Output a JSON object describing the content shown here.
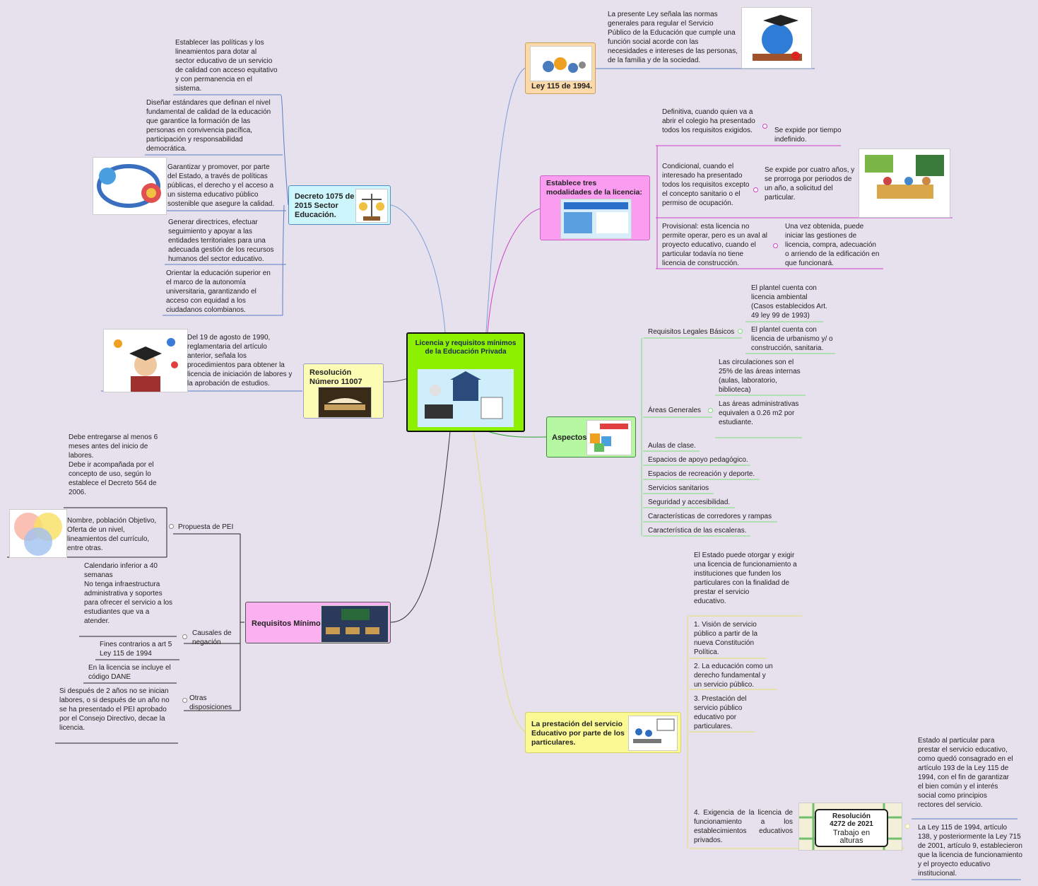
{
  "central": {
    "title": "Licencia y requisitos mínimos de la Educación Privada"
  },
  "ley115": {
    "label": "Ley 115 de 1994.",
    "desc": "La presente Ley señala las normas generales para regular el Servicio Público de la Educación que cumple una función social acorde con las necesidades e intereses de las personas, de la familia y de la sociedad."
  },
  "modalidades": {
    "label": "Establece tres modalidades de la licencia:",
    "items": [
      {
        "text": "Definitiva, cuando quien va a abrir el colegio ha presentado todos los requisitos exigidos.",
        "note": "Se expide por tiempo indefinido."
      },
      {
        "text": "Condicional, cuando el interesado ha presentado todos los requisitos excepto el concepto sanitario o el permiso de ocupación.",
        "note": "Se expide por cuatro años, y se prorroga por periodos de un año, a solicitud del particular."
      },
      {
        "text": "Provisional: esta licencia no permite operar, pero es un aval al proyecto educativo, cuando el particular todavía no tiene licencia de construcción.",
        "note": "Una vez obtenida, puede iniciar las gestiones de licencia, compra, adecuación o arriendo de la edificación en que funcionará."
      }
    ]
  },
  "aspectos": {
    "label": "Aspectos",
    "legales": {
      "label": "Requisitos Legales Básicos",
      "items": [
        "El plantel cuenta con licencia ambiental (Casos establecidos Art. 49 ley 99 de 1993)",
        "El plantel cuenta con licencia de urbanismo y/ o construcción, sanitaria."
      ]
    },
    "areas": {
      "label": "Áreas Generales",
      "items": [
        "Las circulaciones son el 25% de las áreas internas (aulas, laboratorio, biblioteca)",
        "Las áreas administrativas equivalen a 0.26 m2 por estudiante."
      ]
    },
    "others": [
      "Aulas de clase.",
      "Espacios de apoyo pedagógico.",
      "Espacios de recreación y deporte.",
      "Servicios sanitarios",
      "Seguridad y accesibilidad.",
      "Características de corredores y rampas",
      "Característica de las escaleras."
    ]
  },
  "prestacion": {
    "label": "La prestación del servicio Educativo por parte de los particulares.",
    "intro": "El Estado puede  otorgar y exigir  una  licencia de funcionamiento a  instituciones que funden los  particulares con la finalidad de  prestar el servicio\neducativo.",
    "items": [
      "1.  Visión de servicio público a partir de la nueva Constitución Política.",
      "2.  La educación como un derecho fundamental y un servicio público.",
      "3.  Prestación del servicio público educativo por particulares.",
      "4. Exigencia de la licencia de funcionamiento a los establecimientos educativos privados."
    ],
    "res_image_title": "Resolución 4272 de 2021",
    "res_image_sub": "Trabajo en alturas",
    "notes": [
      "Estado al particular para prestar el servicio educativo, como quedó consagrado en el artículo 193 de la Ley 115 de 1994, con el fin de garantizar el bien común y el interés social como principios rectores del servicio.",
      "La Ley 115 de 1994,  artículo 138, y posteriormente la Ley 715 de 2001,  artículo 9,  establecieron que  la licencia  de funcionamiento y el  proyecto educativo institucional."
    ]
  },
  "decreto": {
    "label": "Decreto 1075 de 2015 Sector Educación.",
    "items": [
      "Establecer las políticas y los lineamientos para dotar al sector educativo de un servicio de calidad con acceso equitativo y con permanencia en el sistema.",
      "Diseñar estándares que definan el nivel fundamental de calidad de la educación que garantice la formación de las personas en convivencia pacífica, participación y responsabilidad democrática.",
      "Garantizar y promover, por parte del Estado, a través de políticas públicas, el derecho y el acceso a un sistema educativo público sostenible que asegure la calidad.",
      "Generar directrices, efectuar seguimiento y apoyar a las entidades territoriales para una adecuada gestión de los recursos humanos del sector educativo.",
      "Orientar la educación superior en el marco de la autonomía universitaria, garantizando el acceso con equidad a los ciudadanos colombianos."
    ]
  },
  "resolucion": {
    "label": "Resolución Número 11007",
    "desc": "Del 19 de agosto de 1990, reglamentaria del artículo anterior, señala los procedimientos para obtener la licencia de iniciación de labores y la aprobación de estudios."
  },
  "requisitos": {
    "label": "Requisitos Mínimos",
    "pei": {
      "label": "Propuesta de PEI",
      "items": [
        "Debe entregarse al menos 6 meses antes del inicio de labores.\n Debe ir acompañada por el concepto de uso, según lo establece el Decreto 564 de 2006.",
        "Nombre, población Objetivo, Oferta de un nivel, lineamientos del currículo, entre otras."
      ]
    },
    "causales": {
      "label": "Causales de negación",
      "items": [
        "Calendario inferior a 40 semanas\nNo tenga infraestructura administrativa y soportes para ofrecer el servicio a los estudiantes que va a atender.",
        "Fines contrarios a art 5 Ley 115 de 1994"
      ]
    },
    "otras": {
      "label": "Otras disposiciones",
      "items": [
        "En la licencia se incluye el código DANE",
        "Si después de 2 años no se inician labores, o si después de un año no se ha presentado el PEI aprobado por el Consejo Directivo, decae la licencia."
      ]
    }
  }
}
